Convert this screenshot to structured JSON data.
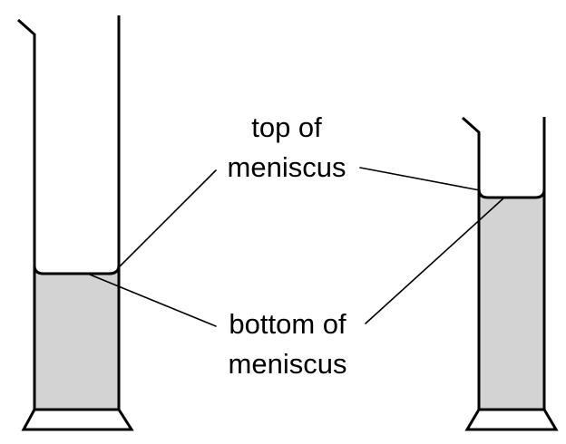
{
  "colors": {
    "liquid": "#d3d3d3",
    "outline": "#000000",
    "background": "#ffffff"
  },
  "labels": {
    "top_line1": "top of",
    "top_line2": "meniscus",
    "bottom_line1": "bottom of",
    "bottom_line2": "meniscus"
  }
}
